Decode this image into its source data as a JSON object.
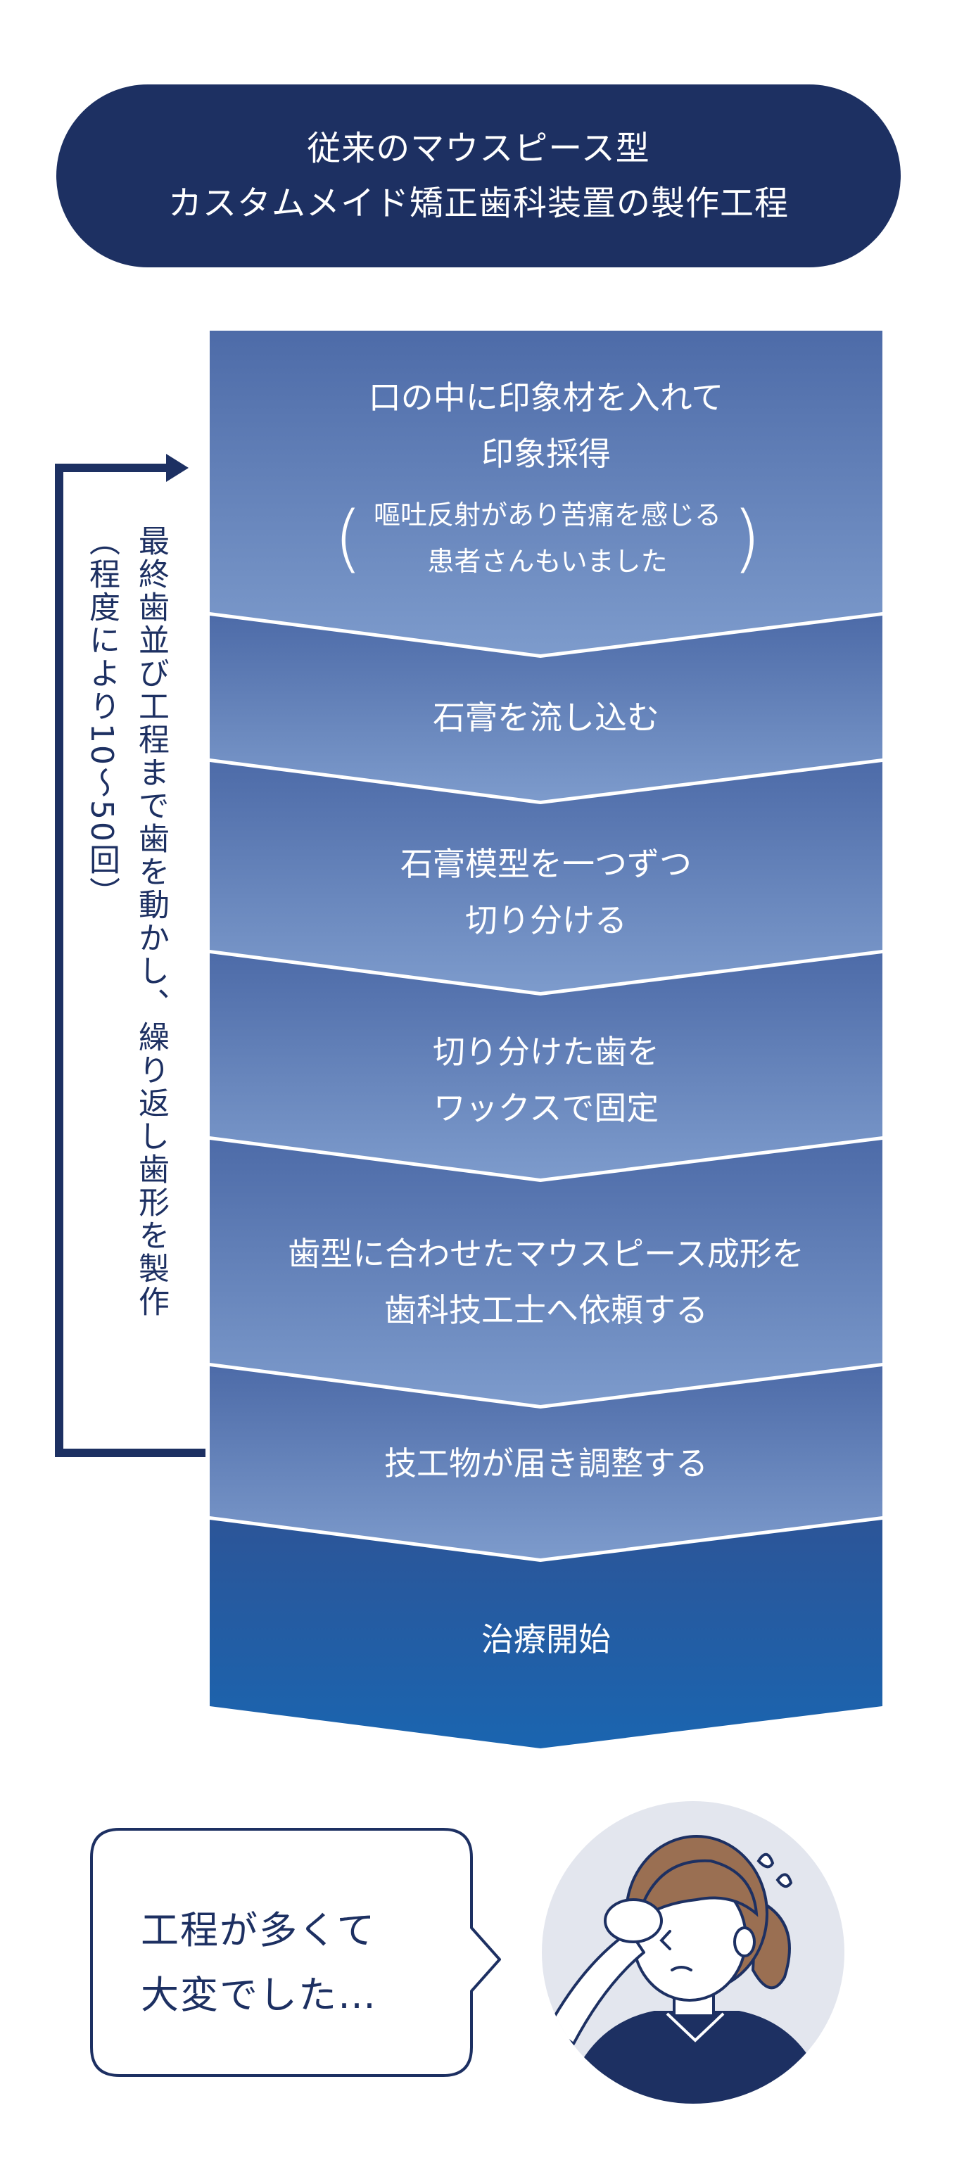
{
  "title": {
    "line1": "従来のマウスピース型",
    "line2": "カスタムメイド矯正歯科装置の製作工程"
  },
  "steps": [
    {
      "line1": "口の中に印象材を入れて",
      "line2": "印象採得",
      "note_line1": "嘔吐反射があり苦痛を感じる",
      "note_line2": "患者さんもいました"
    },
    {
      "line1": "石膏を流し込む"
    },
    {
      "line1": "石膏模型を一つずつ",
      "line2": "切り分ける"
    },
    {
      "line1": "切り分けた歯を",
      "line2": "ワックスで固定"
    },
    {
      "line1": "歯型に合わせたマウスピース成形を",
      "line2": "歯科技工士へ依頼する"
    },
    {
      "line1": "技工物が届き調整する"
    },
    {
      "line1": "治療開始"
    }
  ],
  "loop": {
    "label": "最終歯並び工程まで歯を動かし、繰り返し歯形を製作",
    "sublabel": "（程度により10〜50回）"
  },
  "bubble": {
    "line1": "工程が多くて",
    "line2": "大変でした…"
  },
  "colors": {
    "navy": "#1d3062",
    "step_top": "#4d6ba8",
    "step_bottom": "#7d9bcc",
    "final_top": "#2c5598",
    "final_bottom": "#1a65b0",
    "avatar_bg": "#e3e6ee"
  }
}
